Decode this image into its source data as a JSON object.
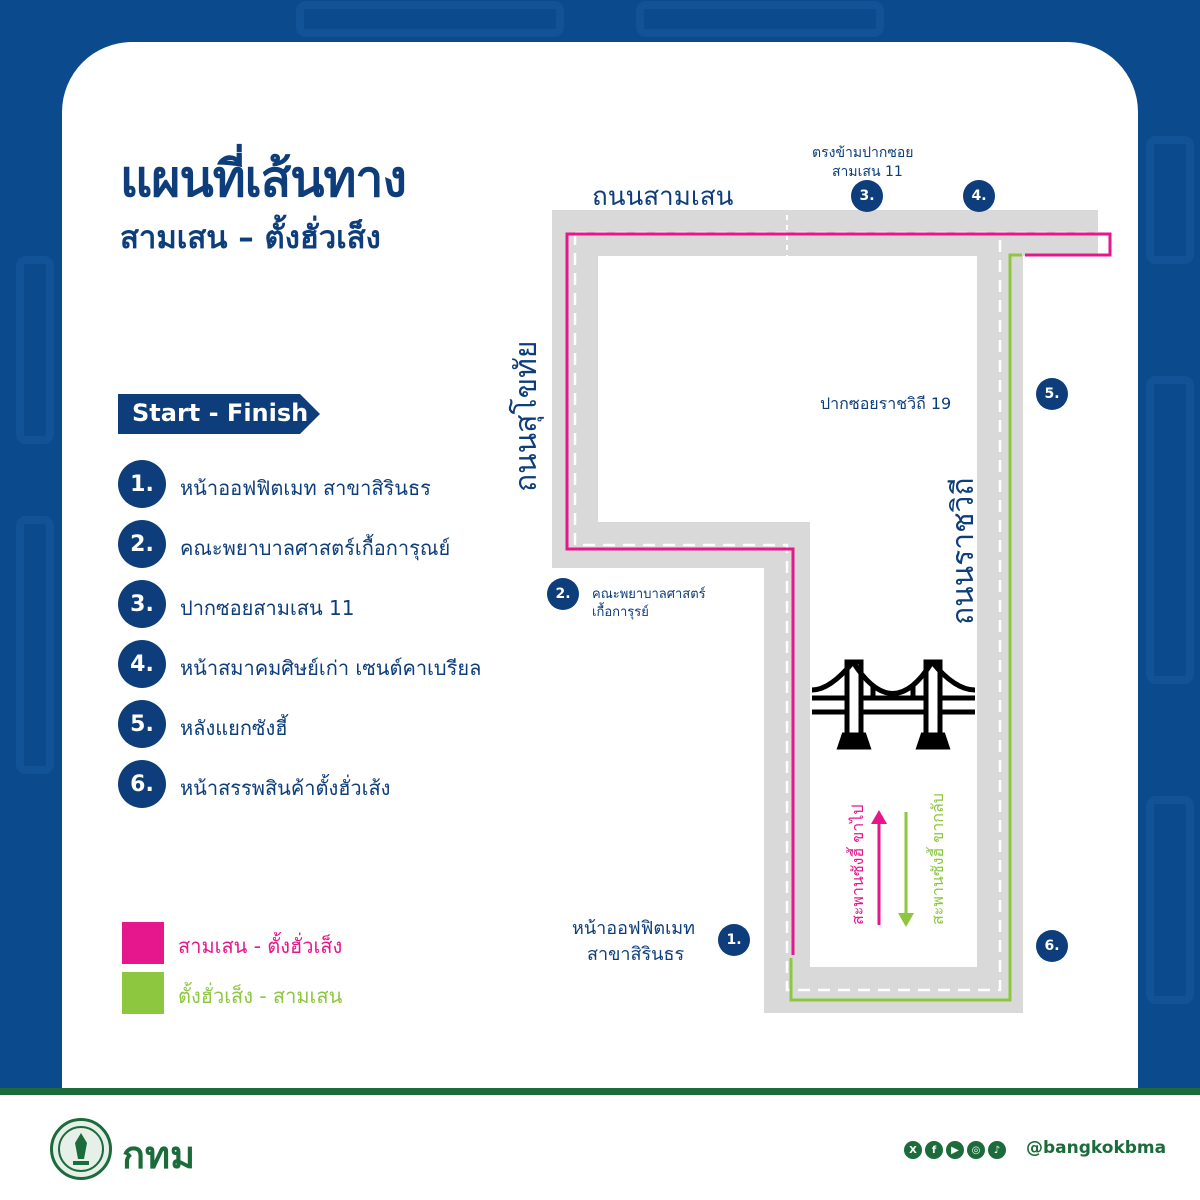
{
  "header": {
    "title": "แผนที่เส้นทาง",
    "subtitle": "สามเสน – ตั้งฮั่วเส็ง"
  },
  "start_finish": {
    "label": "Start - Finish"
  },
  "stops": [
    {
      "num": "1.",
      "label": "หน้าออฟฟิตเมท สาขาสิรินธร"
    },
    {
      "num": "2.",
      "label": "คณะพยาบาลศาสตร์เกื้อการุณย์"
    },
    {
      "num": "3.",
      "label": "ปากซอยสามเสน 11"
    },
    {
      "num": "4.",
      "label": "หน้าสมาคมศิษย์เก่า เซนต์คาเบรียล"
    },
    {
      "num": "5.",
      "label": "หลังแยกซังฮี้"
    },
    {
      "num": "6.",
      "label": "หน้าสรรพสินค้าตั้งฮั่วเส้ง"
    }
  ],
  "legend": [
    {
      "label": "สามเสน - ตั้งฮั่วเส็ง",
      "color": "#e6168c"
    },
    {
      "label": "ตั้งฮั่วเส็ง - สามเสน",
      "color": "#8dc63f"
    }
  ],
  "map": {
    "roads": {
      "samsen": "ถนนสามเสน",
      "sukhothai": "ถนนสุโขทัย",
      "ratchawithi": "ถนนราชวิถี"
    },
    "labels": {
      "stop3_note_line1": "ตรงข้ามปากซอย",
      "stop3_note_line2": "สามเสน 11",
      "soi19": "ปากซอยราชวิถี 19",
      "stop2_line1": "คณะพยาบาลศาสตร์",
      "stop2_line2": "เกื้อการุรย์",
      "stop1_line1": "หน้าออฟฟิตเมท",
      "stop1_line2": "สาขาสิรินธร",
      "bridge_out": "สะพานซังฮี้ ขาไป",
      "bridge_back": "สะพานซังฮี้ ขากลับ"
    },
    "markers": [
      "1.",
      "2.",
      "3.",
      "4.",
      "5.",
      "6."
    ],
    "colors": {
      "outbound": "#e6168c",
      "return": "#8dc63f",
      "road": "#d9d9d9",
      "navy": "#0d3d7a"
    }
  },
  "footer": {
    "brand": "กทม",
    "handle": "@bangkokbma",
    "social_icons": [
      "x-icon",
      "facebook-icon",
      "youtube-icon",
      "instagram-icon",
      "tiktok-icon"
    ]
  }
}
